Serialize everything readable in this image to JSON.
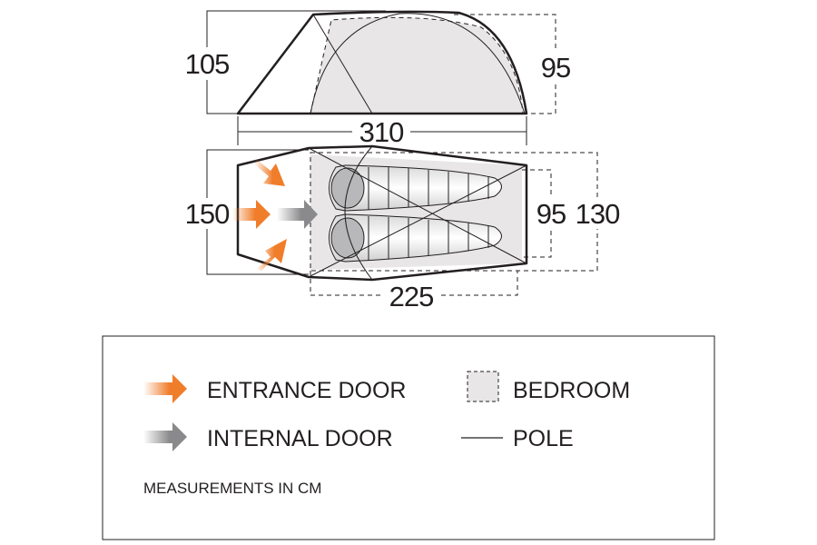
{
  "diagram": {
    "side_view": {
      "height_total": "105",
      "height_bedroom": "95",
      "length_total": "310"
    },
    "floor_plan": {
      "width_total": "150",
      "bedroom_width_inner": "95",
      "bedroom_width_outer": "130",
      "bedroom_length": "225"
    }
  },
  "legend": {
    "entrance_door": "ENTRANCE DOOR",
    "internal_door": "INTERNAL DOOR",
    "bedroom": "BEDROOM",
    "pole": "POLE",
    "note": "MEASUREMENTS IN CM"
  },
  "colors": {
    "entrance": "#f07d2a",
    "internal": "#8a8a8c",
    "bedroom_fill": "#e8e6e7",
    "line": "#231f20"
  }
}
